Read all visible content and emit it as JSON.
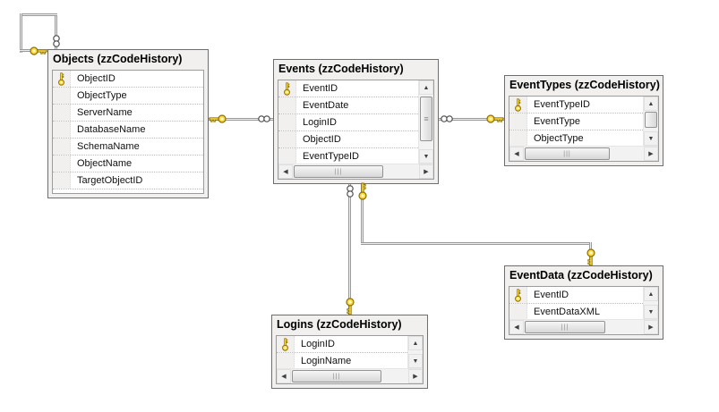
{
  "diagram": {
    "tables": [
      {
        "id": "objects",
        "title": "Objects (zzCodeHistory)",
        "columns": [
          {
            "name": "ObjectID",
            "pk": true
          },
          {
            "name": "ObjectType",
            "pk": false
          },
          {
            "name": "ServerName",
            "pk": false
          },
          {
            "name": "DatabaseName",
            "pk": false
          },
          {
            "name": "SchemaName",
            "pk": false
          },
          {
            "name": "ObjectName",
            "pk": false
          },
          {
            "name": "TargetObjectID",
            "pk": false
          }
        ]
      },
      {
        "id": "events",
        "title": "Events (zzCodeHistory)",
        "columns": [
          {
            "name": "EventID",
            "pk": true
          },
          {
            "name": "EventDate",
            "pk": false
          },
          {
            "name": "LoginID",
            "pk": false
          },
          {
            "name": "ObjectID",
            "pk": false
          },
          {
            "name": "EventTypeID",
            "pk": false
          }
        ]
      },
      {
        "id": "eventtypes",
        "title": "EventTypes (zzCodeHistory)",
        "columns": [
          {
            "name": "EventTypeID",
            "pk": true
          },
          {
            "name": "EventType",
            "pk": false
          },
          {
            "name": "ObjectType",
            "pk": false
          }
        ]
      },
      {
        "id": "eventdata",
        "title": "EventData (zzCodeHistory)",
        "columns": [
          {
            "name": "EventID",
            "pk": true
          },
          {
            "name": "EventDataXML",
            "pk": false
          }
        ]
      },
      {
        "id": "logins",
        "title": "Logins (zzCodeHistory)",
        "columns": [
          {
            "name": "LoginID",
            "pk": true
          },
          {
            "name": "LoginName",
            "pk": false
          }
        ]
      }
    ],
    "relationships": [
      {
        "table_a": "Objects",
        "symbol_a": "key",
        "table_b": "Objects",
        "symbol_b": "infinity",
        "cardinality": "one-to-many",
        "note": "self-reference"
      },
      {
        "table_a": "Objects",
        "symbol_a": "key",
        "table_b": "Events",
        "symbol_b": "infinity",
        "cardinality": "one-to-many"
      },
      {
        "table_a": "EventTypes",
        "symbol_a": "key",
        "table_b": "Events",
        "symbol_b": "infinity",
        "cardinality": "one-to-many"
      },
      {
        "table_a": "Logins",
        "symbol_a": "key",
        "table_b": "Events",
        "symbol_b": "infinity",
        "cardinality": "one-to-many"
      },
      {
        "table_a": "Events",
        "symbol_a": "key",
        "table_b": "EventData",
        "symbol_b": "key",
        "cardinality": "one-to-one"
      }
    ],
    "icons": {
      "scroll_up": "▲",
      "scroll_down": "▼",
      "scroll_left": "◀",
      "scroll_right": "▶",
      "grip_vertical": "≡",
      "grip_horizontal": "|||"
    },
    "colors": {
      "key_gold": "#ffd83d",
      "key_outline": "#8a7000",
      "line_gray": "#9a9a9a",
      "table_border": "#6e6e6e",
      "table_chrome": "#f1f0ee",
      "row_background": "#ffffff"
    }
  }
}
